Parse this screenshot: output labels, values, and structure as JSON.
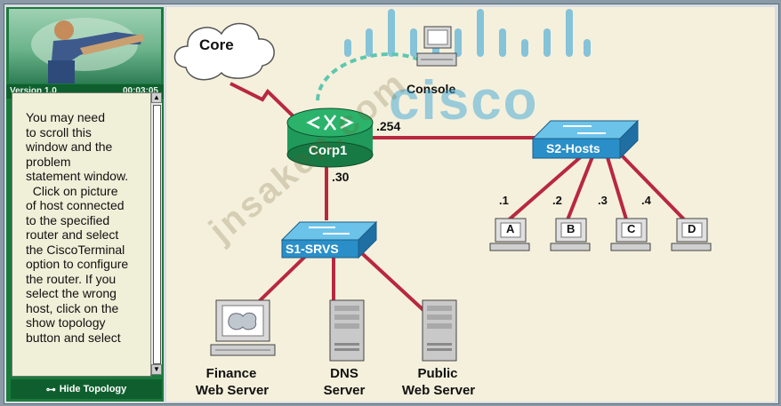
{
  "sidebar": {
    "version_label": "Version 1.0",
    "timer": "00:03:05",
    "problem_text": "You may need\nto scroll this\nwindow and the\nproblem\nstatement window.\n  Click on picture\nof host connected\nto the specified\nrouter and select\nthe CiscoTerminal\noption to configure\nthe router. If you\nselect the wrong\nhost, click on the\nshow topology\nbutton and select",
    "hide_topology_label": "Hide Topology"
  },
  "topology": {
    "core_label": "Core",
    "console_label": "Console",
    "router_label": "Corp1",
    "router_ip_254": ".254",
    "router_ip_30": ".30",
    "switch_hosts_label": "S2-Hosts",
    "switch_srvs_label": "S1-SRVS",
    "hosts": [
      {
        "ip": ".1",
        "name": "A"
      },
      {
        "ip": ".2",
        "name": "B"
      },
      {
        "ip": ".3",
        "name": "C"
      },
      {
        "ip": ".4",
        "name": "D"
      }
    ],
    "servers": [
      {
        "line1": "Finance",
        "line2": "Web Server"
      },
      {
        "line1": "DNS",
        "line2": "Server"
      },
      {
        "line1": "Public",
        "line2": "Web Server"
      }
    ],
    "watermark_logo": "cisco",
    "watermark_url": "jnsaken.com"
  },
  "colors": {
    "link_red": "#b8283f",
    "console_dashed": "#5ec7b0",
    "router_green": "#1f9a5a",
    "switch_blue": "#2a8fc8",
    "watermark_blue": "#2a9fd6"
  }
}
